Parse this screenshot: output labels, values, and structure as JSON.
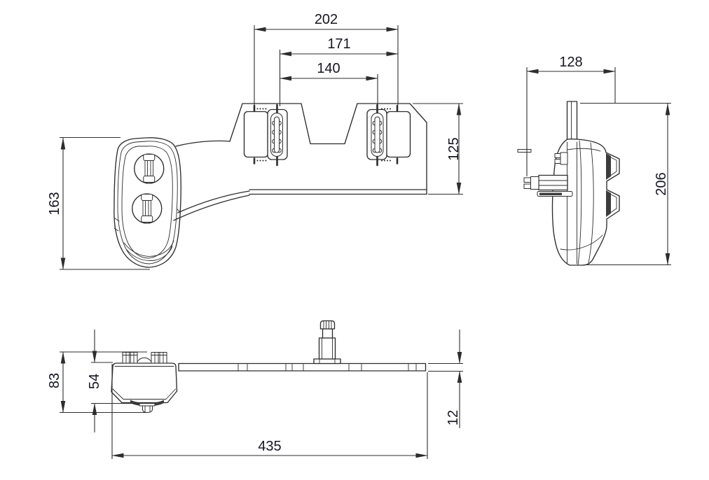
{
  "drawing": {
    "dimensions": {
      "mount_bolt_span": "202",
      "bolt_to_slot_span": "171",
      "slot_center_spacing": "140",
      "control_panel_height": "163",
      "mount_plate_depth": "125",
      "side_view_depth": "128",
      "side_view_height": "206",
      "valve_total_height": "83",
      "valve_body_height": "54",
      "plate_thickness": "12",
      "overall_length": "435"
    },
    "colors": {
      "line_color": "#2d2d2d",
      "text_color": "#161622",
      "background": "#ffffff",
      "shading_color": "#3c3c3c"
    }
  }
}
